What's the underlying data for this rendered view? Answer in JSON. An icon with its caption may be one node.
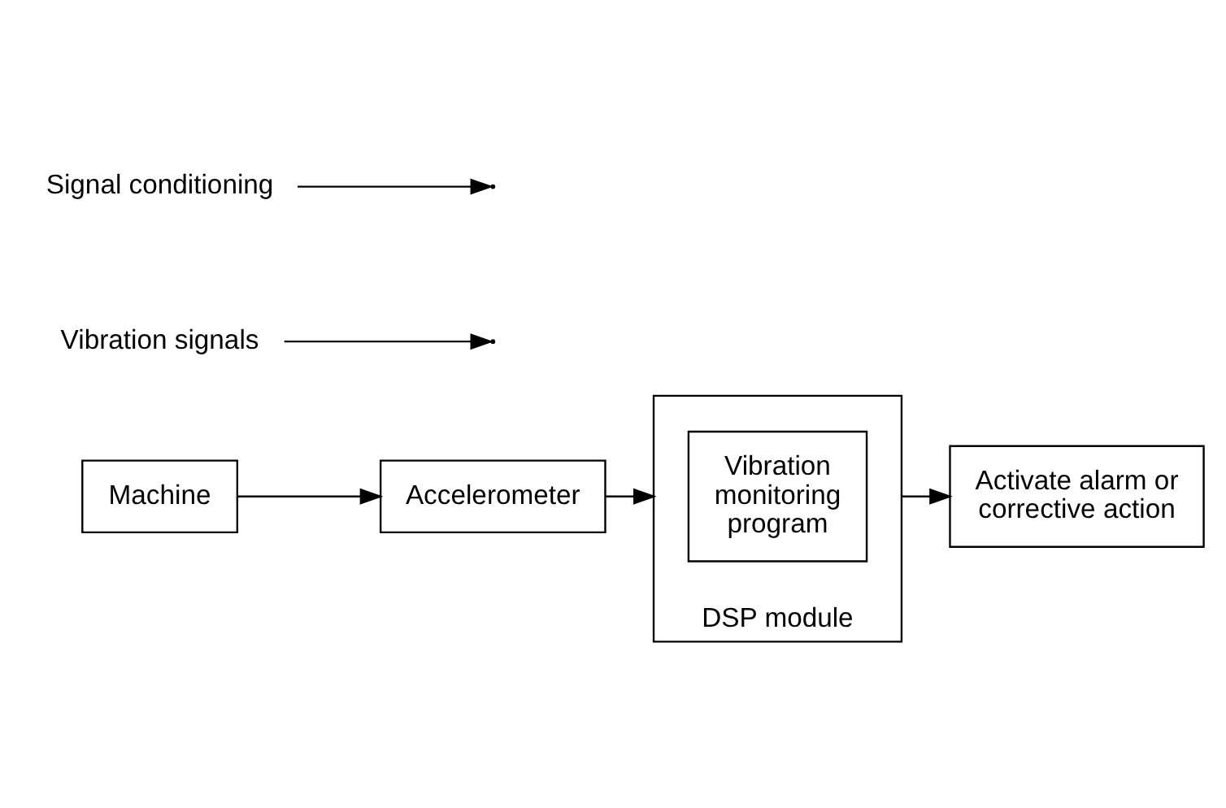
{
  "diagram": {
    "nodes": [
      {
        "text": [
          "Machine"
        ]
      },
      {
        "text": [
          "Accelerometer"
        ]
      },
      {
        "text": [
          "DSP module"
        ]
      },
      {
        "text": [
          "Vibration monitoring program"
        ],
        "in": 2
      },
      {
        "text": [
          "Activate alarm or corrective action"
        ]
      },
      {
        "text": [
          "Vibration signals"
        ]
      },
      {
        "text": [
          "Signal conditioning"
        ]
      }
    ],
    "edges": [
      {
        "from": 0,
        "to": 1,
        "arrow": "to"
      },
      {
        "from": 1,
        "to": 2,
        "arrow": "to"
      },
      {
        "from": 2,
        "to": 4,
        "arrow": "to"
      },
      {
        "from": 5,
        "to": null,
        "arrow": "to"
      },
      {
        "from": 6,
        "to": null,
        "arrow": "to"
      }
    ]
  }
}
